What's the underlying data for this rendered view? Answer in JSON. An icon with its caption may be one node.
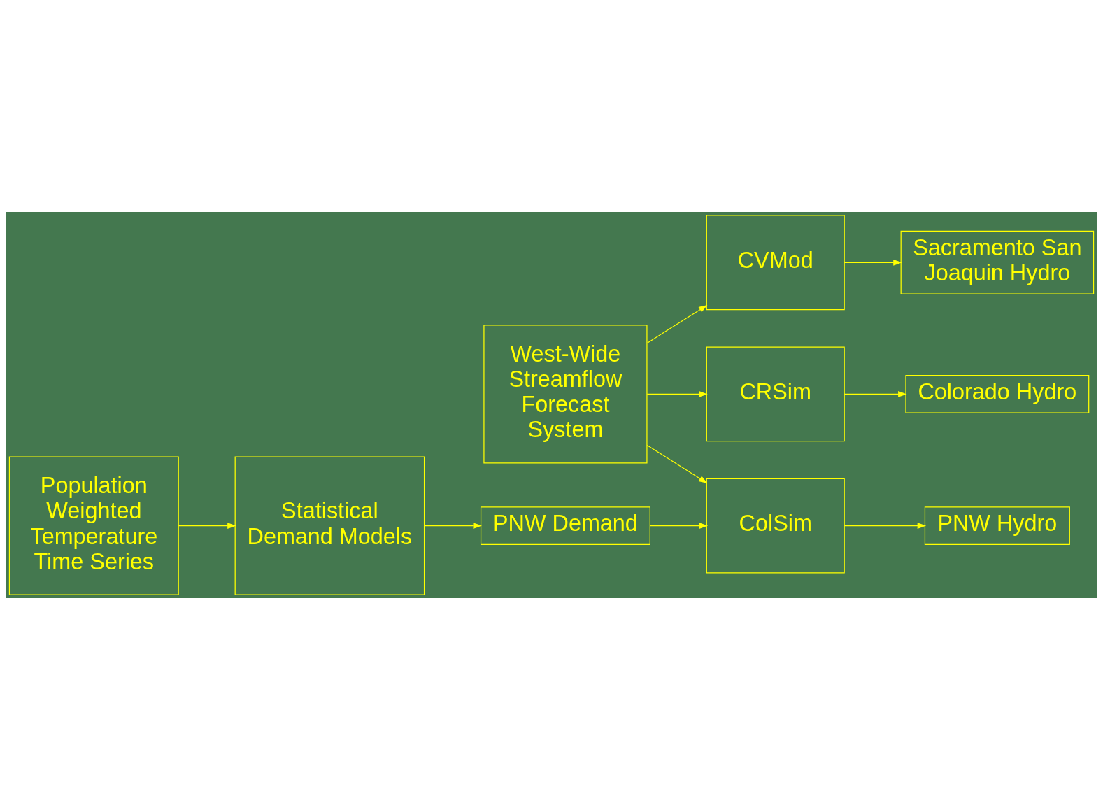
{
  "diagram": {
    "nodes": [
      {
        "text": [
          "West-Wide Streamflow Forecast System"
        ]
      },
      {
        "text": [
          "CVMod"
        ]
      },
      {
        "text": [
          "Sacramento San Joaquin Hydro"
        ]
      },
      {
        "text": [
          "CRSim"
        ]
      },
      {
        "text": [
          "Colorado Hydro"
        ]
      },
      {
        "text": [
          "ColSim"
        ]
      },
      {
        "text": [
          "PNW Hydro"
        ]
      },
      {
        "text": [
          "Population Weighted Temperature Time Series"
        ]
      },
      {
        "text": [
          "Statistical Demand Models"
        ]
      },
      {
        "text": [
          "PNW Demand"
        ]
      }
    ],
    "edges": [
      {
        "from": 0,
        "to": 1,
        "arrow": "to"
      },
      {
        "from": 0,
        "to": 3,
        "arrow": "to"
      },
      {
        "from": 0,
        "to": 5,
        "arrow": "to"
      },
      {
        "from": 1,
        "to": 2,
        "arrow": "to"
      },
      {
        "from": 3,
        "to": 4,
        "arrow": "to"
      },
      {
        "from": 5,
        "to": 6,
        "arrow": "to"
      },
      {
        "from": 7,
        "to": 8,
        "arrow": "to"
      },
      {
        "from": 8,
        "to": 9,
        "arrow": "to"
      },
      {
        "from": 9,
        "to": 5,
        "arrow": "to"
      }
    ]
  }
}
